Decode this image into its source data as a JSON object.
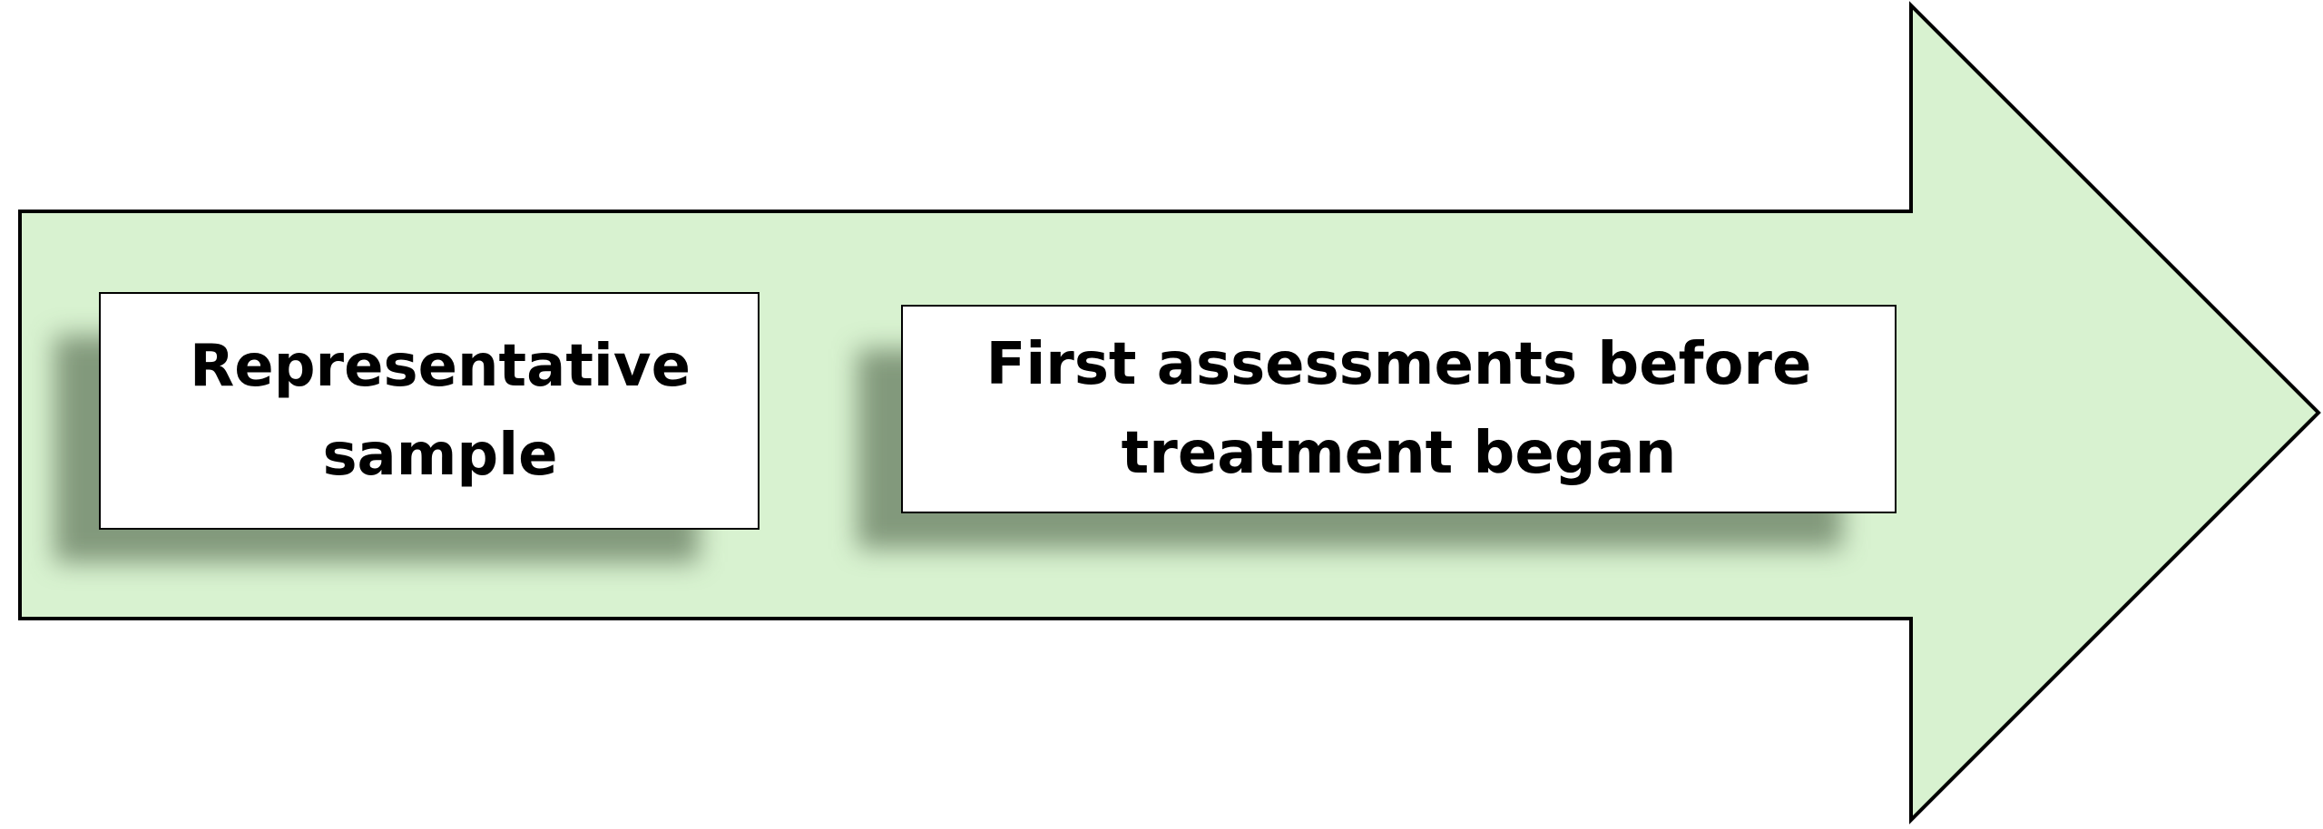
{
  "diagram": {
    "arrow": {
      "fill": "#d8f2d0",
      "stroke": "#000000"
    },
    "steps": [
      {
        "lines": [
          "Representative",
          "sample"
        ]
      },
      {
        "lines": [
          "First assessments before",
          "treatment began"
        ]
      }
    ]
  }
}
